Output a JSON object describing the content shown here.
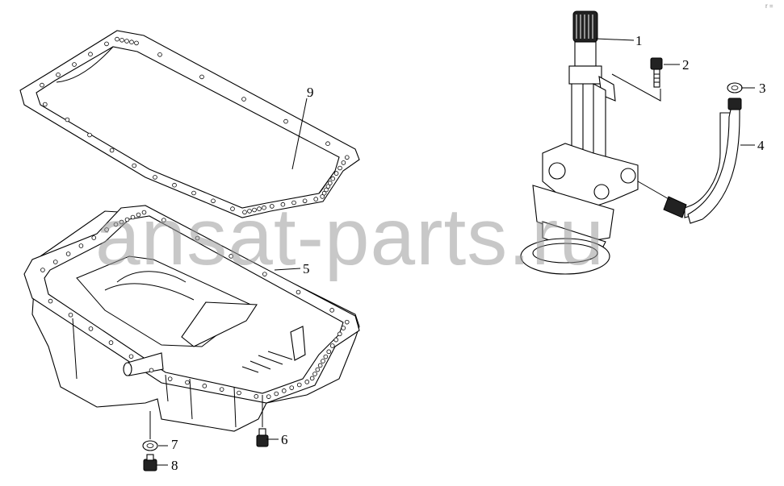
{
  "callouts": {
    "c1": "1",
    "c2": "2",
    "c3": "3",
    "c4": "4",
    "c5": "5",
    "c6": "6",
    "c7": "7",
    "c8": "8",
    "c9": "9"
  },
  "watermark": "ansat-parts.ru",
  "corner_mark": "r ="
}
